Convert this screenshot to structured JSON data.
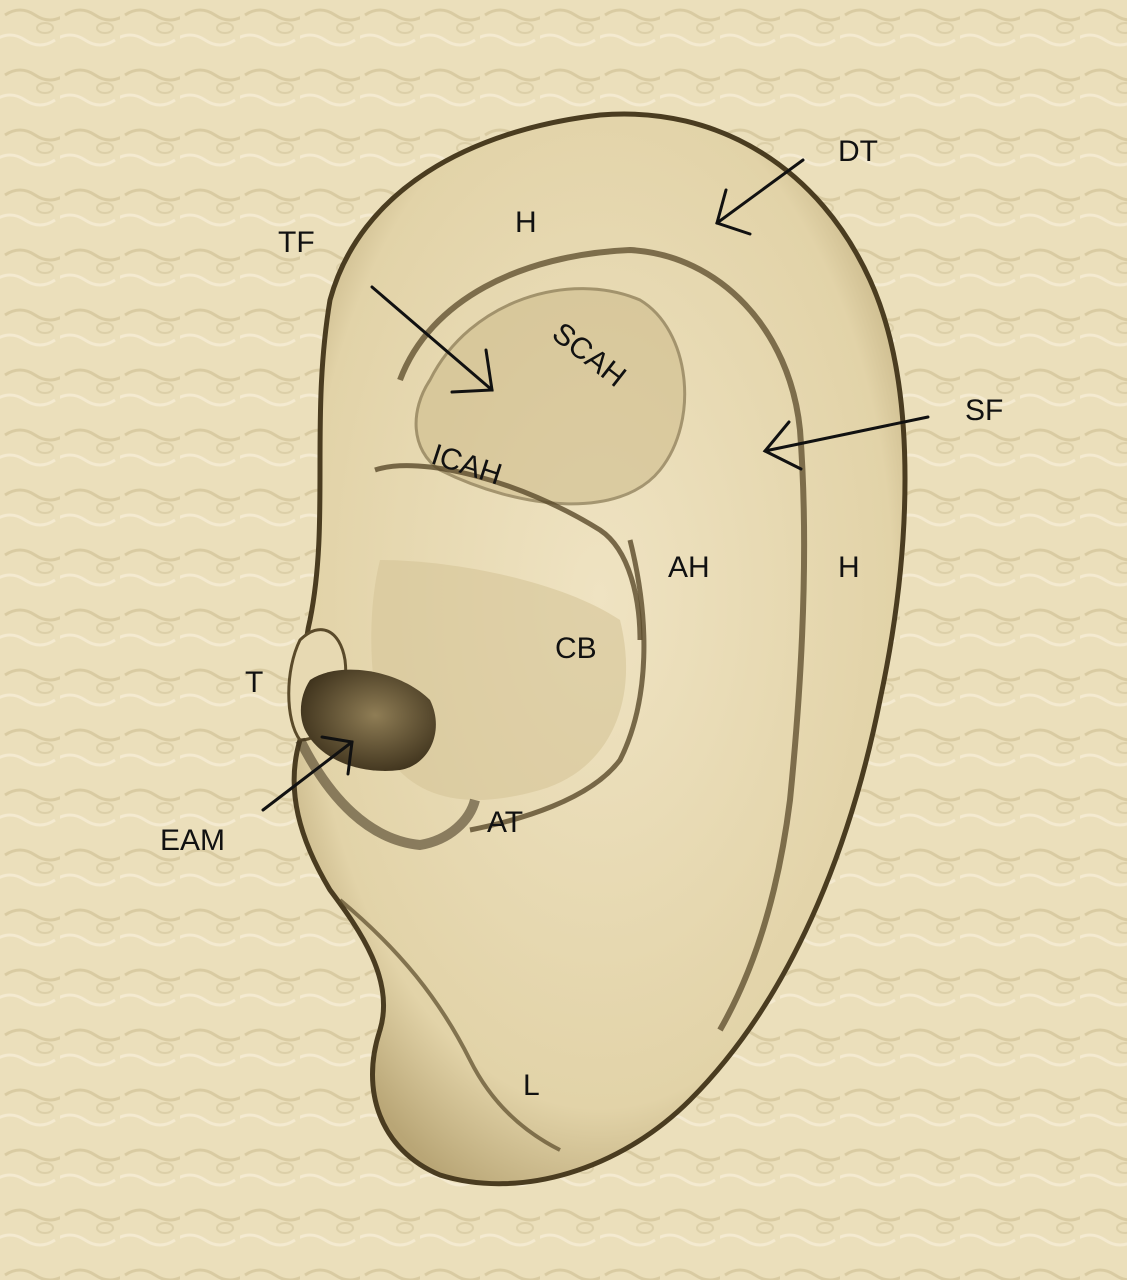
{
  "figure": {
    "subject": "3D surface rendering of the external ear",
    "colors": {
      "skin": "#ebdfbb",
      "shadow": "#5a4a2a",
      "label": "#111111"
    }
  },
  "labels": {
    "TF": "TF",
    "H_top": "H",
    "DT": "DT",
    "SCAH": "SCAH",
    "SF": "SF",
    "ICAH": "ICAH",
    "AH": "AH",
    "H_right": "H",
    "CB": "CB",
    "T": "T",
    "EAM": "EAM",
    "AT": "AT",
    "L": "L"
  }
}
